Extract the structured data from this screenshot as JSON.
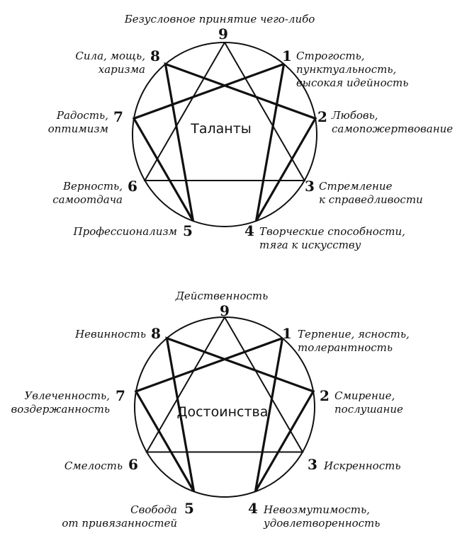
{
  "diagrams": [
    {
      "center_label": "Таланты",
      "points": [
        {
          "n": "9",
          "label": [
            "Безусловное принятие чего-либо"
          ]
        },
        {
          "n": "1",
          "label": [
            "Строгость,",
            "пунктуальность,",
            "высокая идейность"
          ]
        },
        {
          "n": "2",
          "label": [
            "Любовь,",
            "самопожертвование"
          ]
        },
        {
          "n": "3",
          "label": [
            "Стремление",
            "к справедливости"
          ]
        },
        {
          "n": "4",
          "label": [
            "Творческие способности,",
            "тяга к искусству"
          ]
        },
        {
          "n": "5",
          "label": [
            "Профессионализм"
          ]
        },
        {
          "n": "6",
          "label": [
            "Верность,",
            "самоотдача"
          ]
        },
        {
          "n": "7",
          "label": [
            "Радость,",
            "оптимизм"
          ]
        },
        {
          "n": "8",
          "label": [
            "Сила, мощь,",
            "харизма"
          ]
        }
      ]
    },
    {
      "center_label": "Достоинства",
      "points": [
        {
          "n": "9",
          "label": [
            "Действенность"
          ]
        },
        {
          "n": "1",
          "label": [
            "Терпение, ясность,",
            "толерантность"
          ]
        },
        {
          "n": "2",
          "label": [
            "Смирение,",
            "послушание"
          ]
        },
        {
          "n": "3",
          "label": [
            "Искренность"
          ]
        },
        {
          "n": "4",
          "label": [
            "Невозмутимость,",
            "удовлетворенность"
          ]
        },
        {
          "n": "5",
          "label": [
            "Свобода",
            "от привязанностей"
          ]
        },
        {
          "n": "6",
          "label": [
            "Смелость"
          ]
        },
        {
          "n": "7",
          "label": [
            "Увлеченность,",
            "воздержанность"
          ]
        },
        {
          "n": "8",
          "label": [
            "Невинность"
          ]
        }
      ]
    }
  ],
  "colors": {
    "ink": "#111111",
    "background": "#ffffff"
  }
}
